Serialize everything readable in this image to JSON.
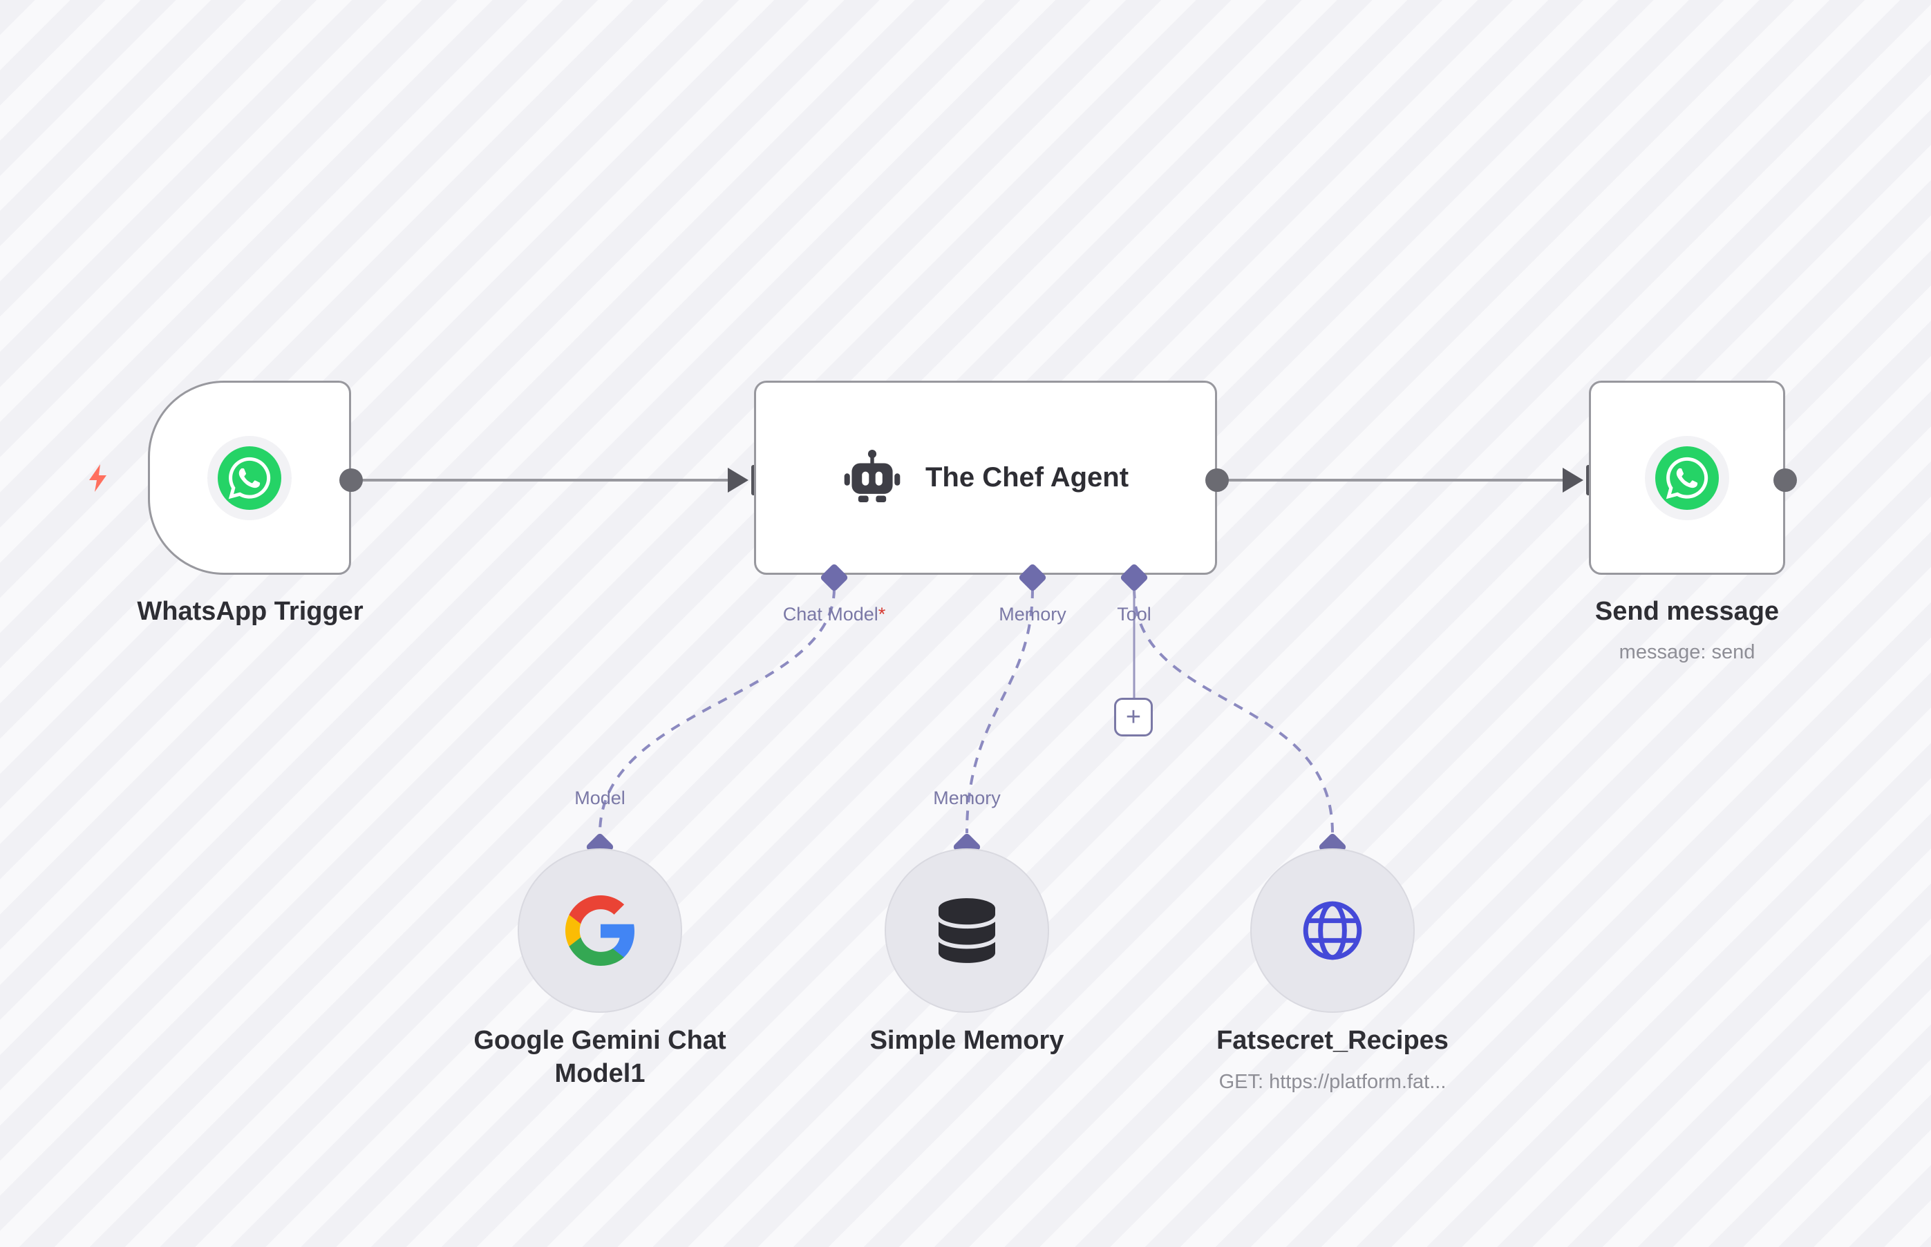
{
  "workflow": {
    "trigger": {
      "label": "WhatsApp Trigger"
    },
    "agent": {
      "title": "The Chef Agent",
      "ports": {
        "chat_model": {
          "label": "Chat Model",
          "required_mark": "*"
        },
        "memory": {
          "label": "Memory"
        },
        "tool": {
          "label": "Tool"
        }
      },
      "add_tool_button": "+"
    },
    "send": {
      "label": "Send message",
      "subtitle": "message: send"
    },
    "subnodes": {
      "gemini": {
        "label": "Google Gemini Chat Model1",
        "port_label": "Model"
      },
      "memory": {
        "label": "Simple Memory",
        "port_label": "Memory"
      },
      "fatsecret": {
        "label": "Fatsecret_Recipes",
        "subtitle": "GET: https://platform.fat..."
      }
    }
  },
  "colors": {
    "whatsapp_green": "#25D366",
    "connector_purple": "#6E6CAB",
    "line_gray": "#98989E",
    "globe_blue": "#4449D8",
    "bolt_coral": "#FF6F5E",
    "canvas_stripe_light": "#F9F9FB",
    "canvas_stripe_dark": "#F1F1F5"
  }
}
